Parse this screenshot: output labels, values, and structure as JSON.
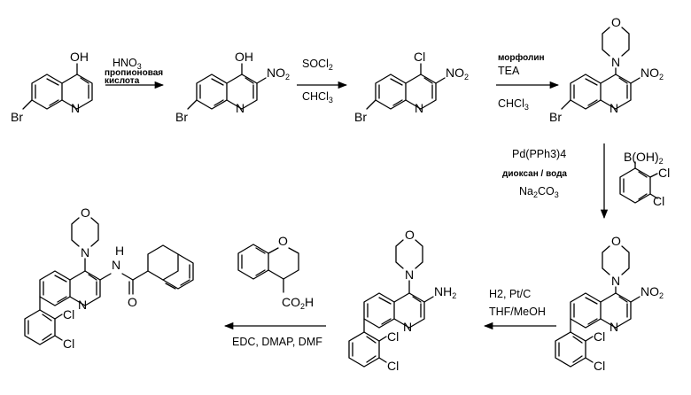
{
  "atoms": {
    "oh": "OH",
    "br": "Br",
    "n": "N",
    "no2": "NO",
    "two": "2",
    "cl": "Cl",
    "o": "O",
    "nh2": "NH",
    "h": "H",
    "co2h": "CO",
    "co2h_h": "H",
    "boh2": "B(OH)",
    "boh2_2": "2"
  },
  "reagents": {
    "step1_a": "HNO",
    "step1_a_sub": "3",
    "step1_b": "пропионовая",
    "step1_c": "кислота",
    "step2_a": "SOCl",
    "step2_a_sub": "2",
    "step2_b": "CHCl",
    "step2_b_sub": "3",
    "step3_a": "морфолин",
    "step3_b": "TEA",
    "step3_c": "CHCl",
    "step3_c_sub": "3",
    "step4_a": "Pd(PPh3)4",
    "step4_b": "диоксан / вода",
    "step4_c": "Na",
    "step4_c_sub1": "2",
    "step4_c_mid": "CO",
    "step4_c_sub2": "3",
    "step5_a": "H2, Pt/C",
    "step5_b": "THF/MeOH",
    "step6": "EDC, DMAP, DMF"
  }
}
